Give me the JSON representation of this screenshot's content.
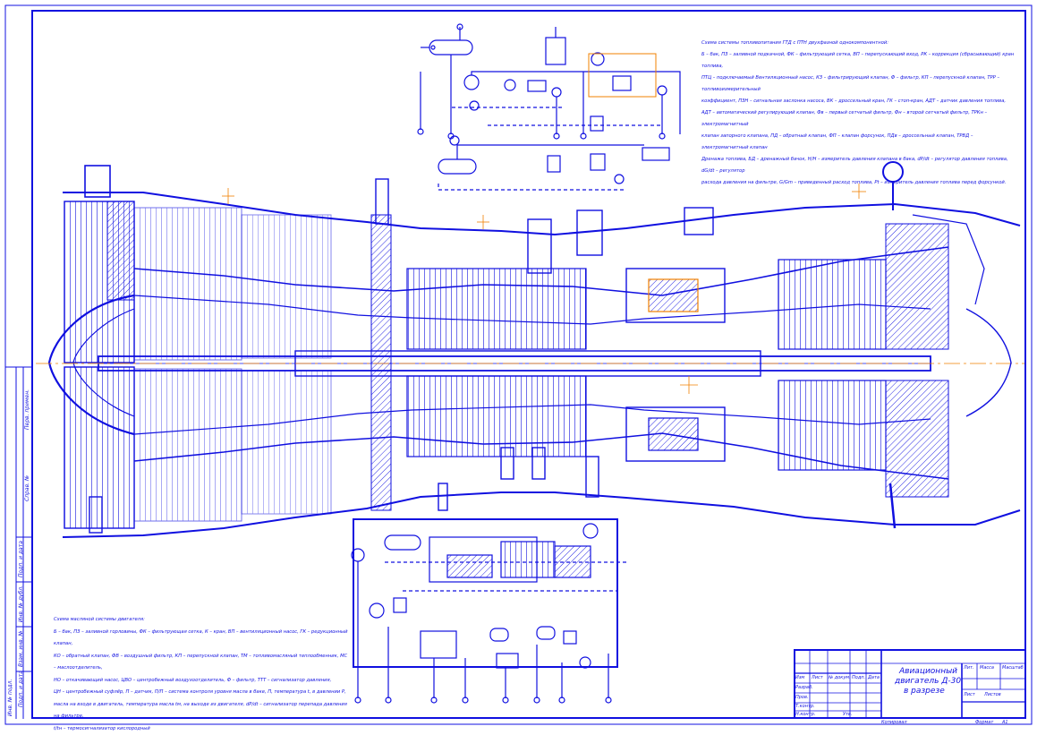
{
  "colors": {
    "line": "#1010e0",
    "accent": "#f08000",
    "background": "#ffffff"
  },
  "notes": {
    "fuel_system": "Схема системы топливопитания ГТД с ПТН двухфазной однокомпонентной:\nБ – бак, ПЗ – заливной подкачной, ФК – фильтрующий сетка, ВП – перепускающий вход, РК – коррекция (сбрасывающий) кран топлива,\nПТЦ – подключаемый Вентиляционный насос, КЗ – фильтрирующий клапан, Ф – фильтр, КП – перепускной клапан, ТРР – топливоизмерительный\nкоэффициент, ПЗН – сигнальная заслонка насоса, ВК – дроссельный кран, ГК – стоп-кран, АДТ – датчик давления топлива,\nАДТ – автоматический регулирующий клапан, Фв – первый сетчатый фильтр, Фн – второй сетчатый фильтр, ТРКн – электромагнитный\nклапан запорного клапана, ПД – обратный клапан, ФП – клапан форсунок, ПДв – дроссельный клапан, ТРВД – электромагнитный клапан\nДренажа топлива, БД – дренажный бачок, Н/Н – измеритель давления клапана в бака, dP/dt – регулятор давления топлива, dG/dt – регулятор\nрасхода давления на фильтре, G/Gm – приведенный расход топлива, Рt – измеритель давления топлива перед форсункой.",
    "oil_system": "Схема масляной системы двигателя:\nБ – бак, ПЗ – заливной горловины, ФК – фильтрующая сетка, К – кран, ВП – вентиляционный насос, ГК – редукционный клапан,\nКО – обратный клапан, ФВ – воздушный фильтр, КП – перепускной клапан, ТМ – топливомасляный теплообменник, МС – маслоотделитель,\nНО – откачивающий насос, ЦВО – центробежный воздухоотделитель, Ф – фильтр, ТТТ – сигнализатор давления,\nЦН – центробежный суфлёр, П – датчик, П/П – система контроля уровня масла в баке, П, температура t, в давлении Р,\nмасла на входе в двигатель, температура масла tм, на выходе из двигателя, dP/dt – сигнализатор перепада давления на фильтре,\nt/tн – термосигнализатор кислородный"
  },
  "titleblock": {
    "title_line1": "Авиационный",
    "title_line2": "двигатель Д-30",
    "title_line3": "в разрезе",
    "col_izm": "Изм",
    "col_list": "Лист",
    "col_doc": "№ докум.",
    "col_sign": "Подп.",
    "col_date": "Дата",
    "row_dev": "Разраб.",
    "row_check": "Пров.",
    "row_tkontr": "Т.контр.",
    "row_nkontr": "Н.контр.",
    "row_utv": "Утв.",
    "lit": "Лит.",
    "mass": "Масса",
    "scale": "Масштаб",
    "sheet": "Лист",
    "sheets": "Листов",
    "copied": "Копировал",
    "format": "Формат",
    "format_value": "А1"
  },
  "sidebar": {
    "items": [
      "Перв. примен.",
      "Справ. №",
      "Подп. и дата",
      "Инв. № дубл.",
      "Взам. инв. №",
      "Подп. и дата",
      "Инв. № подл."
    ]
  }
}
